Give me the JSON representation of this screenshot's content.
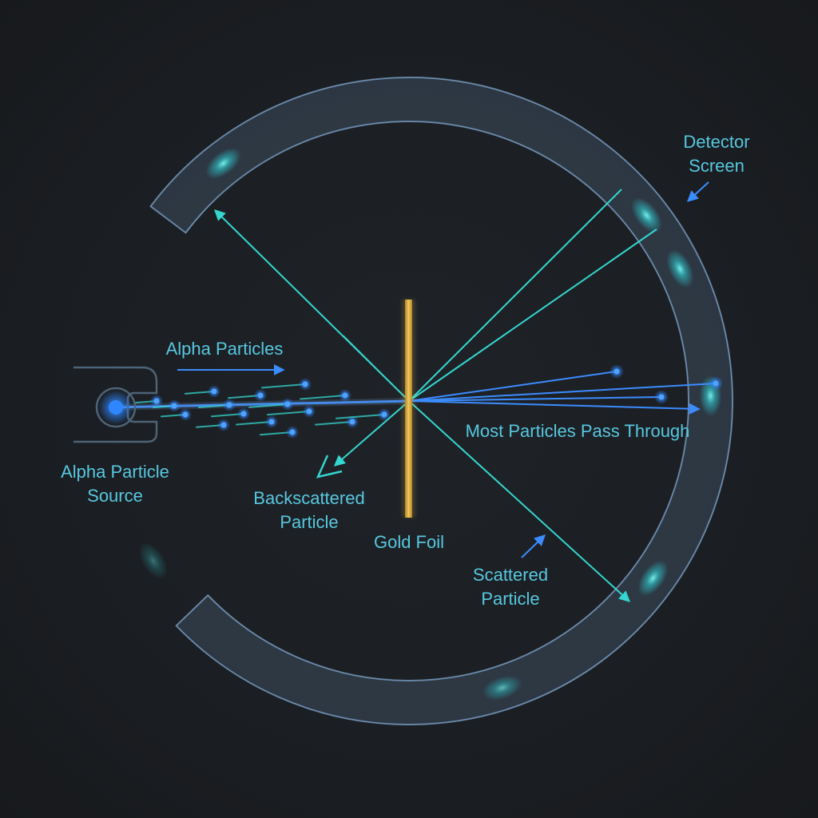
{
  "labels": {
    "detector_line1": "Detector",
    "detector_line2": "Screen",
    "alpha_particles": "Alpha Particles",
    "source_line1": "Alpha Particle",
    "source_line2": "Source",
    "pass_through": "Most Particles Pass Through",
    "backscatter_line1": "Backscattered",
    "backscatter_line2": "Particle",
    "gold_foil": "Gold Foil",
    "scattered_line1": "Scattered",
    "scattered_line2": "Particle"
  },
  "colors": {
    "background": "#1b1e22",
    "ring": "#3d4d5e",
    "ring_edge": "#6d8fb3",
    "cyan_ray": "#34d6cf",
    "blue_ray": "#3b8cff",
    "foil": "#d4a43a",
    "label": "#57c8e0"
  }
}
